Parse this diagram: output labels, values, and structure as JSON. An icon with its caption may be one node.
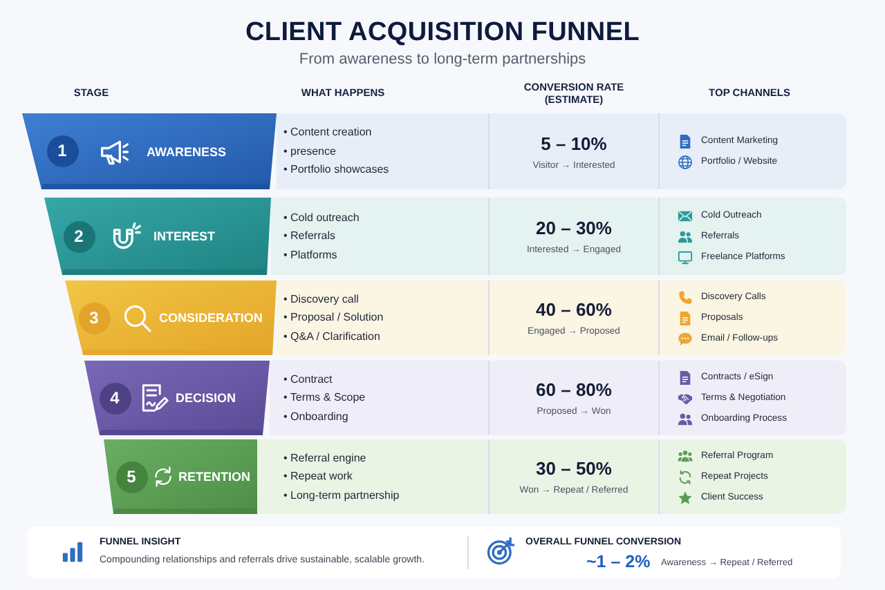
{
  "diagram": {
    "title": "CLIENT ACQUISITION FUNNEL",
    "nodes": [
      {
        "text": [
          "AWARENESS"
        ]
      },
      {
        "text": [
          "1"
        ],
        "in": 0
      },
      {
        "text": [
          "• Content creation",
          "• presence",
          "• Portfolio showcases",
          "5 – 10%",
          "Visitor → Interested",
          "Content Marketing",
          "Portfolio / Website"
        ]
      },
      {
        "text": [
          "INTEREST"
        ]
      },
      {
        "text": [
          "2"
        ],
        "in": 3
      },
      {
        "text": [
          "• Cold outreach",
          "• Referrals",
          "• Platforms",
          "20 – 30%",
          "Interested → Engaged",
          "Cold Outreach",
          "Referrals",
          "Freelance Platforms"
        ]
      },
      {
        "text": [
          "CONSIDERATION"
        ]
      },
      {
        "text": [
          "3"
        ],
        "in": 6
      },
      {
        "text": [
          "• Discovery call",
          "• Proposal / Solution",
          "• Q&A / Clarification",
          "40 – 60%",
          "Engaged → Proposed",
          "Discovery Calls",
          "Proposals",
          "Email / Follow-ups"
        ]
      },
      {
        "text": [
          "DECISION"
        ]
      },
      {
        "text": [
          "4"
        ],
        "in": 9
      },
      {
        "text": [
          "• Contract",
          "• Terms & Scope",
          "• Onboarding",
          "60 – 80%",
          "Proposed → Won",
          "Contracts / eSign",
          "Terms & Negotiation",
          "Onboarding Process"
        ]
      },
      {
        "text": [
          "RETENTION"
        ]
      },
      {
        "text": [
          "5"
        ],
        "in": 12
      },
      {
        "text": [
          "• Referral engine",
          "• Repeat work",
          "• Long-term partnership",
          "30 – 50%",
          "Won → Repeat / Referred",
          "Referral Program",
          "Repeat Projects",
          "Client Success"
        ]
      },
      {
        "text": [
          "FUNNEL INSIGHT",
          "Compounding relationships and referrals drive sustainable, scalable growth.",
          "OVERALL FUNNEL CONVERSION",
          "~1 – 2%",
          "Awareness → Repeat / Referred"
        ]
      }
    ],
    "labels": [
      "From awareness to long-term partnerships",
      "STAGE",
      "WHAT HAPPENS",
      "CONVERSION RATE (ESTIMATE)",
      "TOP CHANNELS"
    ]
  }
}
